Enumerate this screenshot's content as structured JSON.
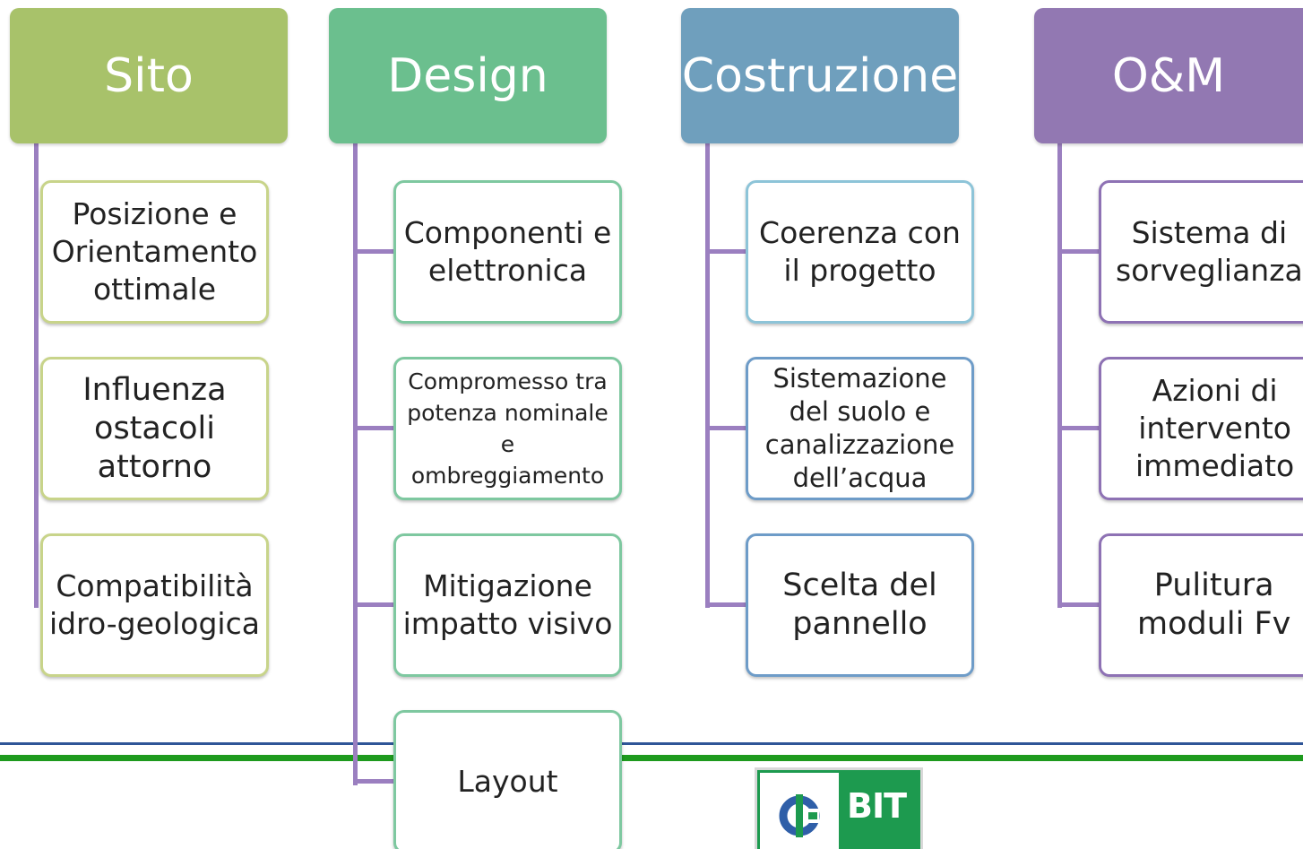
{
  "columns": [
    {
      "title": "Sito",
      "color": "#a8c26a",
      "items": [
        "Posizione e\nOrientamento\nottimale",
        "Influenza\nostacoli\nattorno",
        "Compatibilità\nidro-geologica"
      ]
    },
    {
      "title": "Design",
      "color": "#6bbf8e",
      "items": [
        "Componenti e\nelettronica",
        "Compromesso tra\npotenza nominale\ne\nombreggiamento",
        "Mitigazione\nimpatto visivo",
        "Layout"
      ]
    },
    {
      "title": "Costruzione",
      "color": "#6f9fbd",
      "items": [
        "Coerenza con\nil progetto",
        "Sistemazione\ndel suolo e\ncanalizzazione\ndell’acqua",
        "Scelta del\npannello"
      ]
    },
    {
      "title": "O&M",
      "color": "#9278b2",
      "items": [
        "Sistema di\nsorveglianza",
        "Azioni di\nintervento\nimmediato",
        "Pulitura\nmoduli Fv"
      ]
    }
  ],
  "logo": {
    "text": "BIT",
    "color": "#1d9a4f"
  },
  "rules": {
    "top_color": "#2f5597",
    "bottom_color": "#1e9a1e"
  },
  "connector_color": "#9b7fc0"
}
